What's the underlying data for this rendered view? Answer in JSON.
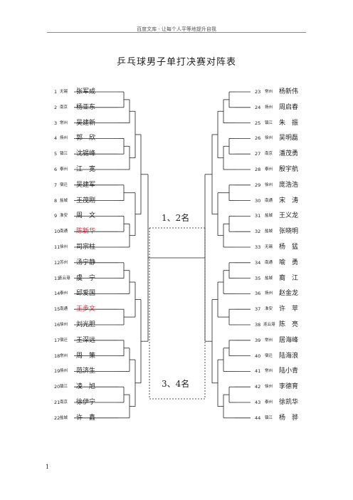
{
  "header": {
    "text": "百度文库 - 让每个人平等地提升自我"
  },
  "title": "乒乓球男子单打决赛对阵表",
  "left_players": [
    {
      "num": "1",
      "city": "无锡",
      "name": "张军成",
      "red": false
    },
    {
      "num": "2",
      "city": "南京",
      "name": "杨亚东",
      "red": false
    },
    {
      "num": "3",
      "city": "常州",
      "name": "吴建新",
      "red": false
    },
    {
      "num": "4",
      "city": "扬州",
      "name": "郭　欣",
      "red": false
    },
    {
      "num": "5",
      "city": "镇江",
      "name": "沈锡峰",
      "red": false
    },
    {
      "num": "6",
      "city": "泰州",
      "name": "江　宽",
      "red": false
    },
    {
      "num": "7",
      "city": "宿迁",
      "name": "吴建军",
      "red": false
    },
    {
      "num": "8",
      "city": "盐城",
      "name": "王茂刚",
      "red": false
    },
    {
      "num": "9",
      "city": "淮安",
      "name": "周　文",
      "red": false
    },
    {
      "num": "10",
      "city": "南通",
      "name": "陈新华",
      "red": true
    },
    {
      "num": "11",
      "city": "徐州",
      "name": "司宗柱",
      "red": false
    },
    {
      "num": "12",
      "city": "苏州",
      "name": "汤宁静",
      "red": false
    },
    {
      "num": "13",
      "city": "连云港",
      "name": "虞　宁",
      "red": false
    },
    {
      "num": "14",
      "city": "泰州",
      "name": "邱爱国",
      "red": false
    },
    {
      "num": "15",
      "city": "南通",
      "name": "王步文",
      "red": true
    },
    {
      "num": "16",
      "city": "徐州",
      "name": "刘光胆",
      "red": false
    },
    {
      "num": "17",
      "city": "宿迁",
      "name": "王深远",
      "red": false
    },
    {
      "num": "18",
      "city": "常州",
      "name": "周　策",
      "red": false
    },
    {
      "num": "19",
      "city": "扬州",
      "name": "范济生",
      "red": false
    },
    {
      "num": "20",
      "city": "镇江",
      "name": "凌　旭",
      "red": false
    },
    {
      "num": "21",
      "city": "南京",
      "name": "徐伊宁",
      "red": false
    },
    {
      "num": "22",
      "city": "盐城",
      "name": "许　鑫",
      "red": false
    }
  ],
  "right_players": [
    {
      "num": "23",
      "city": "常州",
      "name": "杨新伟",
      "red": false
    },
    {
      "num": "24",
      "city": "扬州",
      "name": "周启春",
      "red": false
    },
    {
      "num": "25",
      "city": "镇江",
      "name": "朱　振",
      "red": false
    },
    {
      "num": "26",
      "city": "徐州",
      "name": "吴明磊",
      "red": false
    },
    {
      "num": "27",
      "city": "南京",
      "name": "潘茂勇",
      "red": false
    },
    {
      "num": "28",
      "city": "泰州",
      "name": "殷宇航",
      "red": false
    },
    {
      "num": "29",
      "city": "徐州",
      "name": "庞浩浩",
      "red": false
    },
    {
      "num": "30",
      "city": "南通",
      "name": "宋　涛",
      "red": false
    },
    {
      "num": "31",
      "city": "盐城",
      "name": "王义龙",
      "red": false
    },
    {
      "num": "32",
      "city": "盐城",
      "name": "张晓明",
      "red": false
    },
    {
      "num": "33",
      "city": "无锡",
      "name": "杨　猛",
      "red": false
    },
    {
      "num": "34",
      "city": "南通",
      "name": "喻　勇",
      "red": false
    },
    {
      "num": "35",
      "city": "盐城",
      "name": "裔　江",
      "red": false
    },
    {
      "num": "36",
      "city": "扬州",
      "name": "赵金龙",
      "red": false
    },
    {
      "num": "37",
      "city": "淮安",
      "name": "许　苹",
      "red": false
    },
    {
      "num": "38",
      "city": "连云港",
      "name": "陈　亮",
      "red": false
    },
    {
      "num": "39",
      "city": "常州",
      "name": "居海峰",
      "red": false
    },
    {
      "num": "40",
      "city": "宿迁",
      "name": "陆海浪",
      "red": false
    },
    {
      "num": "41",
      "city": "常州",
      "name": "陆小青",
      "red": false
    },
    {
      "num": "42",
      "city": "徐州",
      "name": "李德育",
      "red": false
    },
    {
      "num": "43",
      "city": "泰州",
      "name": "徐凯华",
      "red": false
    },
    {
      "num": "44",
      "city": "镇江",
      "name": "杨　骅",
      "red": false
    }
  ],
  "final_label": "1、2名",
  "third_label": "3、4名",
  "footer_page": "1"
}
